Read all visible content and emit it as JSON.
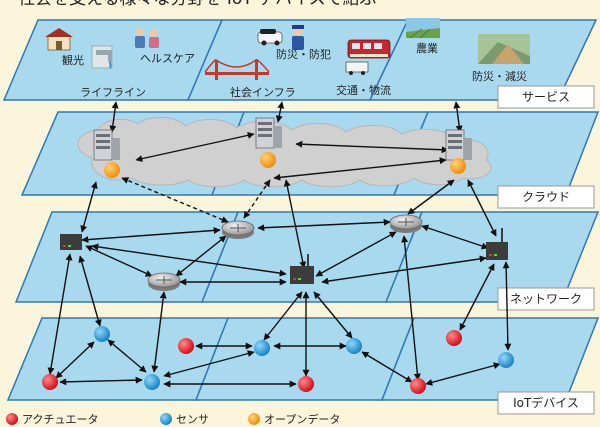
{
  "header_fragment": "社会を支える様々な分野を IoT デバイスで結ぶ",
  "colors": {
    "background": "#fbf5dc",
    "panel_fill": "#a9d9ef",
    "panel_stroke": "#2f78b3",
    "cloud": "#d0d0d0",
    "actuator": "#e11d2a",
    "sensor": "#1f9ad6",
    "open_data": "#f5a11b"
  },
  "layers": {
    "service": "サービス",
    "cloud": "クラウド",
    "network": "ネットワーク",
    "iot": "IoTデバイス"
  },
  "services": [
    {
      "id": "tourism",
      "label": "観光",
      "icon": "tourism-icon"
    },
    {
      "id": "healthcare",
      "label": "ヘルスケア",
      "icon": "healthcare-icon"
    },
    {
      "id": "lifeline",
      "label": "ライフライン",
      "icon": "faucet-icon"
    },
    {
      "id": "crime",
      "label": "防災・防犯",
      "icon": "police-icon"
    },
    {
      "id": "infra",
      "label": "社会インフラ",
      "icon": "bridge-icon"
    },
    {
      "id": "traffic",
      "label": "交通・物流",
      "icon": "train-icon"
    },
    {
      "id": "agri",
      "label": "農業",
      "icon": "farm-icon"
    },
    {
      "id": "disaster",
      "label": "防災・減災",
      "icon": "landslide-icon"
    }
  ],
  "legend": [
    {
      "label": "アクチュエータ",
      "color": "#e11d2a"
    },
    {
      "label": "センサ",
      "color": "#1f9ad6"
    },
    {
      "label": "オープンデータ",
      "color": "#f5a11b"
    }
  ]
}
